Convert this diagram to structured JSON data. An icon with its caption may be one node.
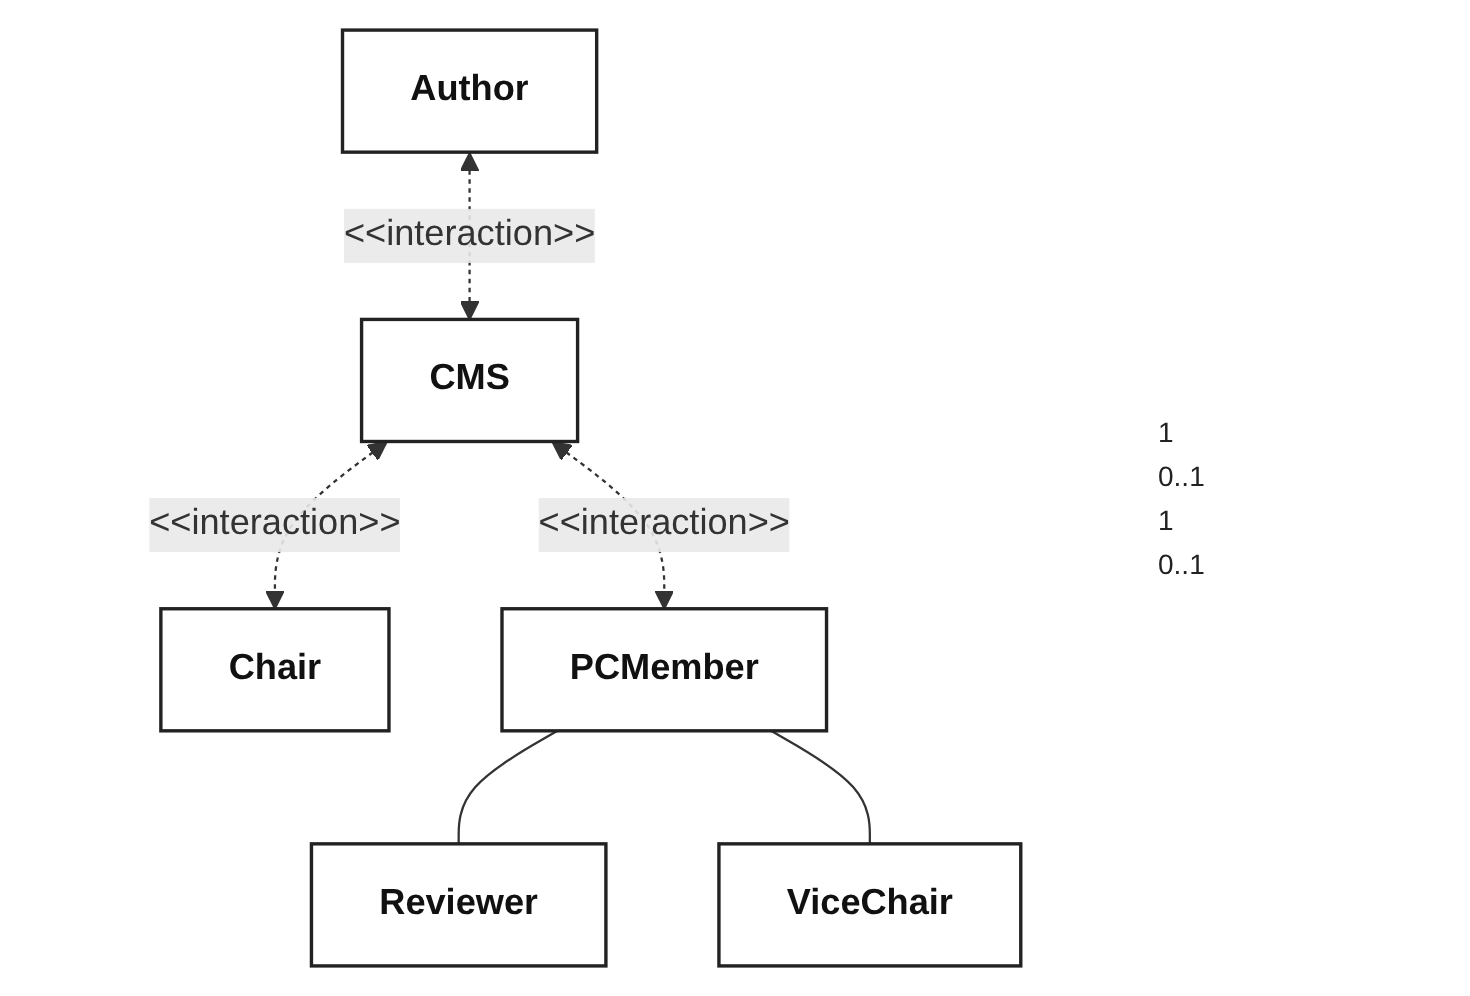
{
  "diagram": {
    "nodes": [
      {
        "text": [
          "Author"
        ]
      },
      {
        "text": [
          "CMS"
        ]
      },
      {
        "text": [
          "Chair"
        ]
      },
      {
        "text": [
          "PCMember"
        ]
      },
      {
        "text": [
          "Reviewer"
        ]
      },
      {
        "text": [
          "ViceChair"
        ]
      }
    ],
    "edges": [
      {
        "from": 0,
        "to": 1,
        "arrow": "both",
        "style": "dashed",
        "label": "<<interaction>>"
      },
      {
        "from": 1,
        "to": 2,
        "arrow": "both",
        "style": "dashed",
        "label": "<<interaction>>"
      },
      {
        "from": 1,
        "to": 3,
        "arrow": "both",
        "style": "dashed",
        "label": "<<interaction>>"
      },
      {
        "from": 3,
        "to": 4,
        "arrow": "none"
      },
      {
        "from": 3,
        "to": 5,
        "arrow": "none"
      }
    ],
    "labels": [
      "1",
      "0..1",
      "1",
      "0..1"
    ]
  }
}
